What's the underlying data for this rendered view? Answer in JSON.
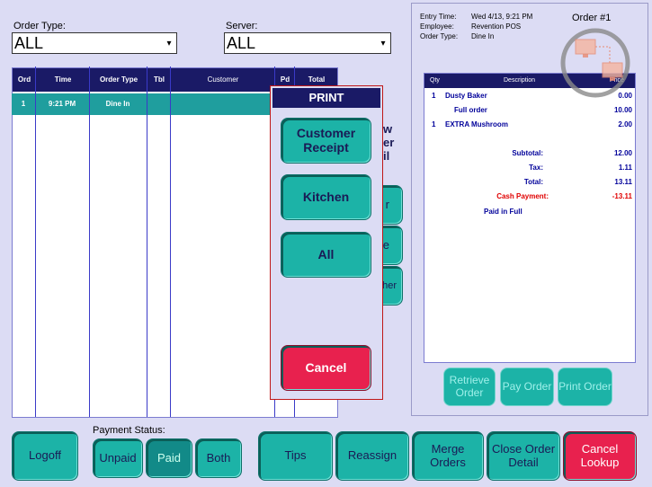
{
  "filters": {
    "order_type_label": "Order Type:",
    "order_type_value": "ALL",
    "server_label": "Server:",
    "server_value": "ALL"
  },
  "grid": {
    "headers": [
      "Ord",
      "Time",
      "Order Type",
      "Tbl",
      "Customer",
      "Pd",
      "Total"
    ],
    "rows": [
      {
        "ord": "1",
        "time": "9:21 PM",
        "order_type": "Dine In",
        "tbl": "",
        "customer": "",
        "pd": "",
        "total": ""
      }
    ]
  },
  "hidden_partial": {
    "text_w": "w",
    "text_er": "er",
    "text_il": "il",
    "btn_r": "r",
    "btn_e": "e",
    "btn_her": "her"
  },
  "order_info": {
    "entry_time_label": "Entry Time:",
    "entry_time_value": "Wed 4/13, 9:21 PM",
    "employee_label": "Employee:",
    "employee_value": "Revention POS",
    "order_type_label": "Order Type:",
    "order_type_value": "Dine In",
    "order_number": "Order #1"
  },
  "receipt": {
    "headers": {
      "qty": "Qty",
      "description": "Description",
      "price": "Price"
    },
    "lines": [
      {
        "qty": "1",
        "desc": "Dusty Baker",
        "price": "0.00"
      },
      {
        "qty": "",
        "desc": "Full order",
        "price": "10.00"
      },
      {
        "qty": "1",
        "desc": "EXTRA Mushroom",
        "price": "2.00"
      }
    ],
    "subtotal_label": "Subtotal:",
    "subtotal_value": "12.00",
    "tax_label": "Tax:",
    "tax_value": "1.11",
    "total_label": "Total:",
    "total_value": "13.11",
    "cash_label": "Cash Payment:",
    "cash_value": "-13.11",
    "paid_text": "Paid in Full"
  },
  "panel_buttons": {
    "retrieve": "Retrieve Order",
    "pay": "Pay Order",
    "print": "Print Order"
  },
  "print_dialog": {
    "title": "PRINT",
    "customer_receipt": "Customer Receipt",
    "kitchen": "Kitchen",
    "all": "All",
    "cancel": "Cancel"
  },
  "bottom": {
    "payment_status_label": "Payment Status:",
    "logoff": "Logoff",
    "unpaid": "Unpaid",
    "paid": "Paid",
    "both": "Both",
    "tips": "Tips",
    "reassign": "Reassign",
    "merge": "Merge Orders",
    "close_detail": "Close Order Detail",
    "cancel_lookup": "Cancel Lookup"
  },
  "colors": {
    "background": "#dcdcf4",
    "header": "#1a1a66",
    "accent_teal": "#1cb3a7",
    "selected_row": "#1f9e9e",
    "cancel_red": "#e8214e",
    "cash_red": "#e00000"
  },
  "icons": {
    "network": "network-computers-icon"
  }
}
